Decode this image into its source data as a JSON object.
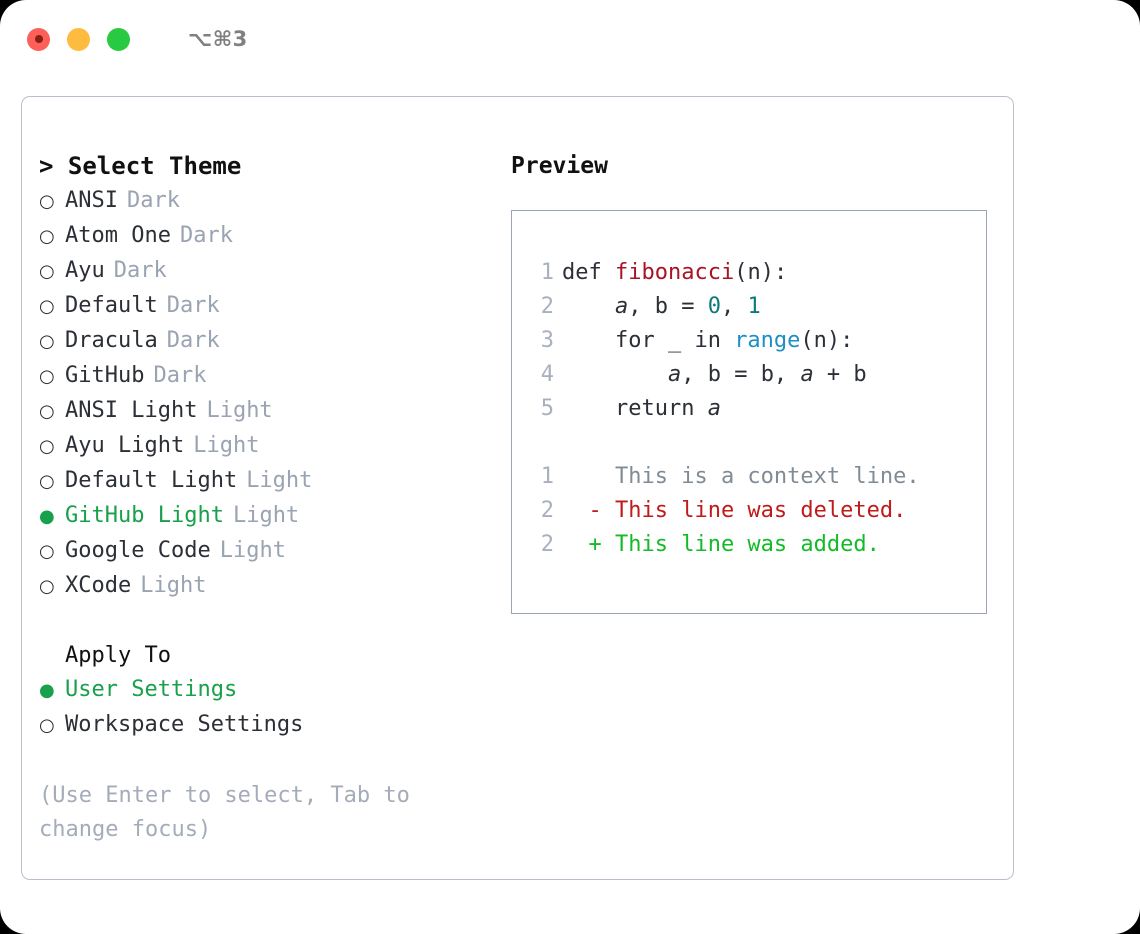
{
  "titlebar": {
    "shortcut": "⌥⌘3",
    "buttons": [
      {
        "name": "close",
        "color": "#fc6058"
      },
      {
        "name": "minimize",
        "color": "#fdbc40"
      },
      {
        "name": "zoom",
        "color": "#27ca40"
      }
    ]
  },
  "theme_list": {
    "header": "> Select Theme",
    "items": [
      {
        "marker": "○",
        "name": "ANSI",
        "tag": "Dark",
        "selected": false
      },
      {
        "marker": "○",
        "name": "Atom One",
        "tag": "Dark",
        "selected": false
      },
      {
        "marker": "○",
        "name": "Ayu",
        "tag": "Dark",
        "selected": false
      },
      {
        "marker": "○",
        "name": "Default",
        "tag": "Dark",
        "selected": false
      },
      {
        "marker": "○",
        "name": "Dracula",
        "tag": "Dark",
        "selected": false
      },
      {
        "marker": "○",
        "name": "GitHub",
        "tag": "Dark",
        "selected": false
      },
      {
        "marker": "○",
        "name": "ANSI Light",
        "tag": "Light",
        "selected": false
      },
      {
        "marker": "○",
        "name": "Ayu Light",
        "tag": "Light",
        "selected": false
      },
      {
        "marker": "○",
        "name": "Default Light",
        "tag": "Light",
        "selected": false
      },
      {
        "marker": "●",
        "name": "GitHub Light",
        "tag": "Light",
        "selected": true
      },
      {
        "marker": "○",
        "name": "Google Code",
        "tag": "Light",
        "selected": false
      },
      {
        "marker": "○",
        "name": "XCode",
        "tag": "Light",
        "selected": false
      }
    ]
  },
  "apply_to": {
    "title": "Apply To",
    "items": [
      {
        "marker": "●",
        "name": "User Settings",
        "selected": true
      },
      {
        "marker": "○",
        "name": "Workspace Settings",
        "selected": false
      }
    ]
  },
  "hint": "(Use Enter to select, Tab to change focus)",
  "preview": {
    "title": "Preview",
    "code_lines": [
      {
        "no": "1",
        "tokens": [
          {
            "t": "def ",
            "k": "plain"
          },
          {
            "t": "fibonacci",
            "k": "fn"
          },
          {
            "t": "(n):",
            "k": "plain"
          }
        ]
      },
      {
        "no": "2",
        "tokens": [
          {
            "t": "    ",
            "k": "plain"
          },
          {
            "t": "a",
            "k": "var"
          },
          {
            "t": ", ",
            "k": "plain"
          },
          {
            "t": "b",
            "k": "plain"
          },
          {
            "t": " = ",
            "k": "plain"
          },
          {
            "t": "0",
            "k": "num"
          },
          {
            "t": ", ",
            "k": "plain"
          },
          {
            "t": "1",
            "k": "num"
          }
        ]
      },
      {
        "no": "3",
        "tokens": [
          {
            "t": "    for _ in ",
            "k": "plain"
          },
          {
            "t": "range",
            "k": "bi"
          },
          {
            "t": "(n):",
            "k": "plain"
          }
        ]
      },
      {
        "no": "4",
        "tokens": [
          {
            "t": "        ",
            "k": "plain"
          },
          {
            "t": "a",
            "k": "var"
          },
          {
            "t": ", b = b, ",
            "k": "plain"
          },
          {
            "t": "a",
            "k": "var"
          },
          {
            "t": " + b",
            "k": "plain"
          }
        ]
      },
      {
        "no": "5",
        "tokens": [
          {
            "t": "    return ",
            "k": "plain"
          },
          {
            "t": "a",
            "k": "var"
          }
        ]
      }
    ],
    "diff_lines": [
      {
        "no": "1",
        "sign": " ",
        "text": "This is a context line.",
        "kind": "ctx"
      },
      {
        "no": "2",
        "sign": "-",
        "text": "This line was deleted.",
        "kind": "del"
      },
      {
        "no": "2",
        "sign": "+",
        "text": "This line was added.",
        "kind": "add"
      }
    ]
  },
  "colors": {
    "selected_green": "#18a04a",
    "tag_gray": "#9aa3b2",
    "hint_gray": "#a4acb9",
    "lineno_gray": "#a8b0bf",
    "fn_red": "#a81422",
    "builtin_blue": "#1f8fc4",
    "number_teal": "#0d7b7b",
    "diff_ctx": "#808b96",
    "diff_del": "#c01a1a",
    "diff_add": "#14bb28",
    "panel_border": "#b9c0cb",
    "preview_border": "#9aa5b5"
  }
}
